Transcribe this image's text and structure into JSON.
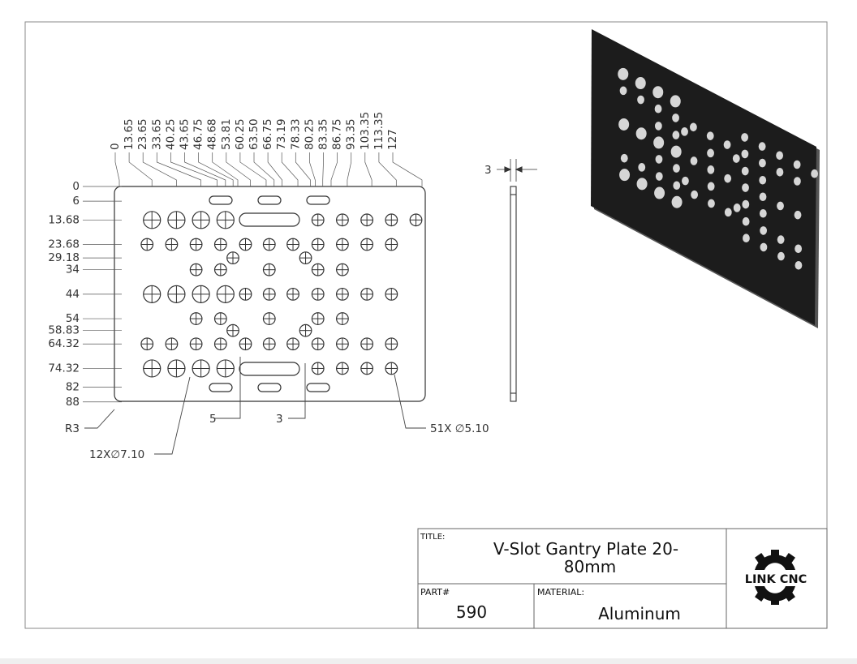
{
  "drawing": {
    "hole_x_dims": [
      "0",
      "13.65",
      "23.65",
      "33.65",
      "40.25",
      "43.65",
      "46.75",
      "48.68",
      "53.81",
      "60.25",
      "63.50",
      "66.75",
      "73.19",
      "78.33",
      "80.25",
      "83.35",
      "86.75",
      "93.35",
      "103.35",
      "113.35",
      "127"
    ],
    "hole_y_dims": [
      "0",
      "6",
      "13.68",
      "23.68",
      "29.18",
      "34",
      "44",
      "54",
      "58.83",
      "64.32",
      "74.32",
      "82",
      "88"
    ],
    "corner_radius": "R3",
    "callout_small_holes": "51X ∅5.10",
    "callout_large_holes": "12X∅7.10",
    "slot_dim_left": "5",
    "slot_dim_right": "3",
    "thickness_dim": "3"
  },
  "title_block": {
    "title_label": "TITLE:",
    "title_line1": "V-Slot Gantry Plate 20-",
    "title_line2": "80mm",
    "part_label": "PART#",
    "part_value": "590",
    "material_label": "MATERIAL:",
    "material_value": "Aluminum",
    "logo_text": "LINK CNC"
  },
  "colors": {
    "line": "#444444",
    "plate_3d": "#1c1c1c",
    "strip": "#efefef"
  }
}
